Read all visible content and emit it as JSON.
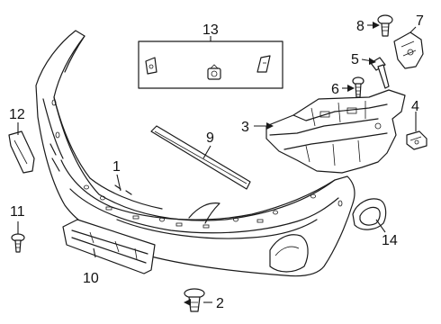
{
  "diagram": {
    "callouts": [
      {
        "id": "callout-1",
        "label": "1"
      },
      {
        "id": "callout-2",
        "label": "2"
      },
      {
        "id": "callout-3",
        "label": "3"
      },
      {
        "id": "callout-4",
        "label": "4"
      },
      {
        "id": "callout-5",
        "label": "5"
      },
      {
        "id": "callout-6",
        "label": "6"
      },
      {
        "id": "callout-7",
        "label": "7"
      },
      {
        "id": "callout-8",
        "label": "8"
      },
      {
        "id": "callout-9",
        "label": "9"
      },
      {
        "id": "callout-10",
        "label": "10"
      },
      {
        "id": "callout-11",
        "label": "11"
      },
      {
        "id": "callout-12",
        "label": "12"
      },
      {
        "id": "callout-13",
        "label": "13"
      },
      {
        "id": "callout-14",
        "label": "14"
      }
    ]
  }
}
